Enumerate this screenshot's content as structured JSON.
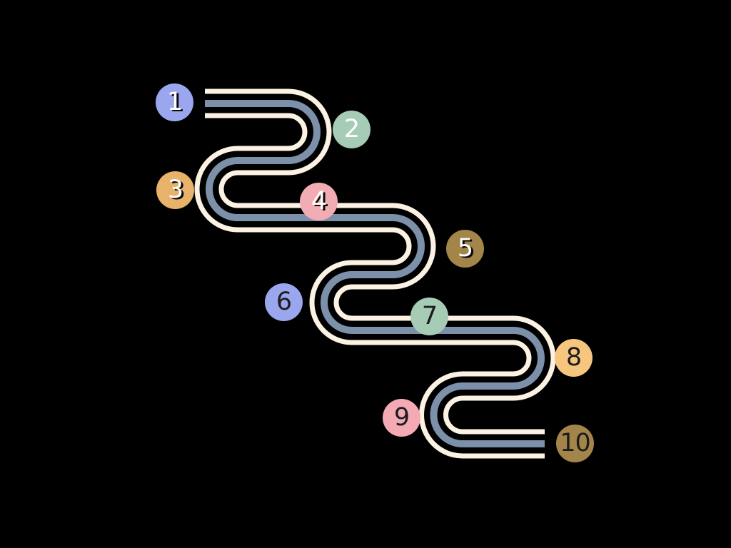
{
  "background_color": "#000000",
  "road": {
    "border_color": "#fbf2e3",
    "center_color": "#7d90aa",
    "gap_color": "#000000"
  },
  "steps": [
    {
      "number": "1",
      "color": "#9aa7ef",
      "text_color": "#fefefe"
    },
    {
      "number": "2",
      "color": "#a6ccb6",
      "text_color": "#fefefe"
    },
    {
      "number": "3",
      "color": "#e7b269",
      "text_color": "#fefefe"
    },
    {
      "number": "4",
      "color": "#f2acb3",
      "text_color": "#fefefe"
    },
    {
      "number": "5",
      "color": "#a3854a",
      "text_color": "#fefefe"
    },
    {
      "number": "6",
      "color": "#9aa7ef",
      "text_color": "#1c1c1c"
    },
    {
      "number": "7",
      "color": "#a6ccb6",
      "text_color": "#1c1c1c"
    },
    {
      "number": "8",
      "color": "#f7c67e",
      "text_color": "#1c1c1c"
    },
    {
      "number": "9",
      "color": "#f3aab4",
      "text_color": "#1c1c1c"
    },
    {
      "number": "10",
      "color": "#a3854a",
      "text_color": "#1c1c1c"
    }
  ]
}
